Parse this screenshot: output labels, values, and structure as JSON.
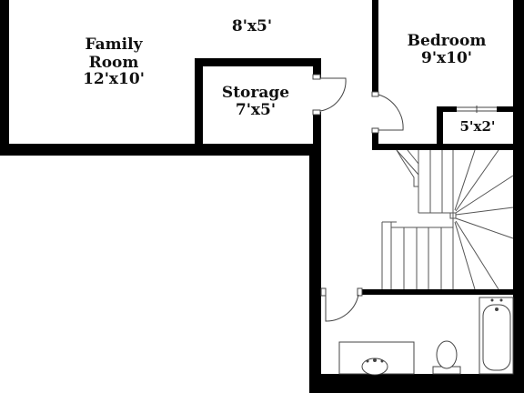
{
  "floor_plan": {
    "rooms": [
      {
        "name": "Family",
        "name2": "Room",
        "dims": "12'x10'"
      },
      {
        "name": "",
        "name2": "",
        "dims": "8'x5'"
      },
      {
        "name": "Storage",
        "name2": "",
        "dims": "7'x5'"
      },
      {
        "name": "Bedroom",
        "name2": "",
        "dims": "9'x10'"
      },
      {
        "name": "",
        "name2": "",
        "dims": "5'x2'"
      }
    ]
  },
  "colors": {
    "wall": "#000000",
    "line": "#444444",
    "background": "#ffffff"
  }
}
